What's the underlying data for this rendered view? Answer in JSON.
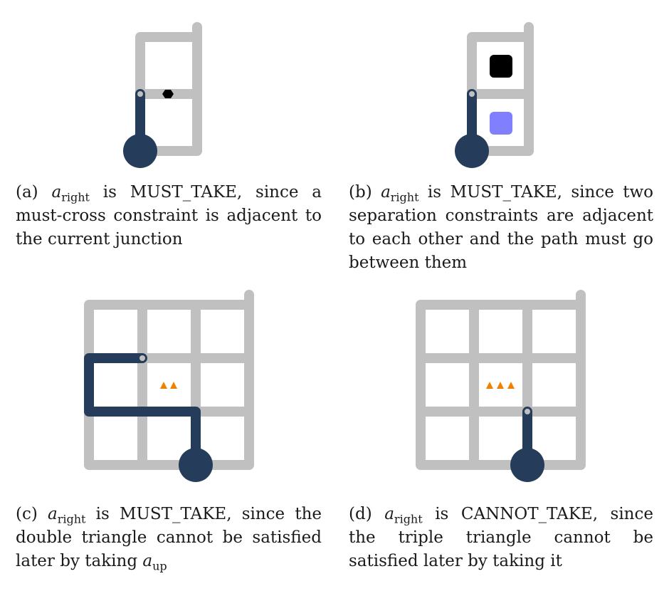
{
  "captions": {
    "a": {
      "tag": "(a)",
      "var": "a",
      "sub": "right",
      "rest": " is MUST_TAKE, since a must-cross constraint is adjacent to the current junction"
    },
    "b": {
      "tag": "(b)",
      "var": "a",
      "sub": "right",
      "rest": " is MUST_TAKE, since two separation constraints are adjacent to each other and the path must go between them"
    },
    "c": {
      "tag": "(c)",
      "var": "a",
      "sub": "right",
      "rest": " is MUST_TAKE, since the double triangle cannot be satisfied later by taking ",
      "var2": "a",
      "sub2": "up"
    },
    "d": {
      "tag": "(d)",
      "var": "a",
      "sub": "right",
      "rest": " is CANNOT_TAKE, since the triple triangle cannot be satisfied later by taking it"
    }
  },
  "colors": {
    "grid": "#c0c0c0",
    "path": "#253d5a",
    "black_square": "#000000",
    "purple_square": "#8080ff",
    "triangle": "#f08000"
  }
}
